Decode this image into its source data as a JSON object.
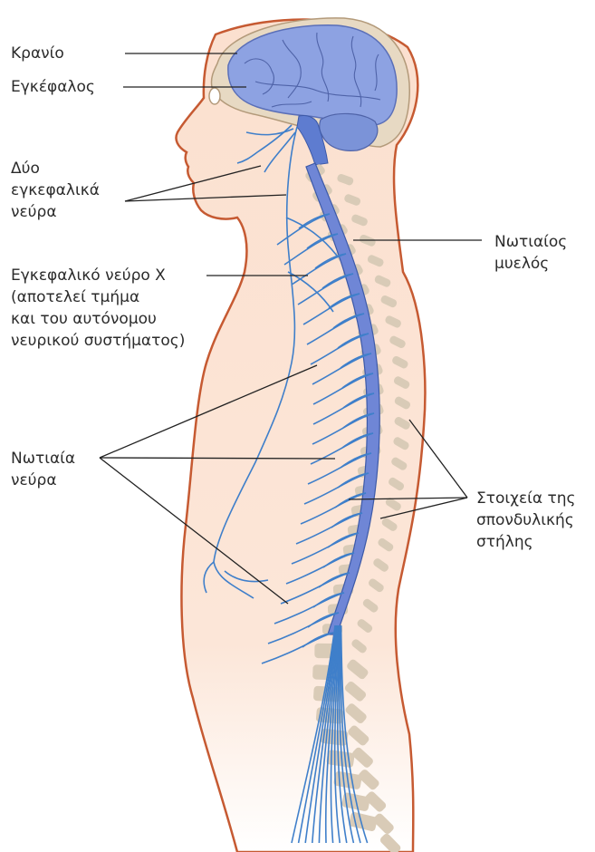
{
  "labels": {
    "skull": "Κρανίο",
    "brain": "Εγκέφαλος",
    "cranial_nerves": [
      "Δύο",
      "εγκεφαλικά",
      "νεύρα"
    ],
    "vagus": [
      "Εγκεφαλικό νεύρο X",
      "(αποτελεί τμήμα",
      "και του αυτόνομου",
      "νευρικού συστήματος)"
    ],
    "spinal_nerves": [
      "Νωτιαία",
      "νεύρα"
    ],
    "spinal_cord": [
      "Νωτιαίος",
      "μυελός"
    ],
    "vertebrae": [
      "Στοιχεία της",
      "σπονδυλικής",
      "στήλης"
    ]
  },
  "colors": {
    "body_fill": "#fbe3d4",
    "body_outline": "#c65a32",
    "brain": "#8da2e2",
    "nerve": "#3f7fca",
    "cord": "#6f86d6",
    "vertebra": "#d9cbb7",
    "skull": "#e7d9c3",
    "leader_line": "#222222"
  }
}
